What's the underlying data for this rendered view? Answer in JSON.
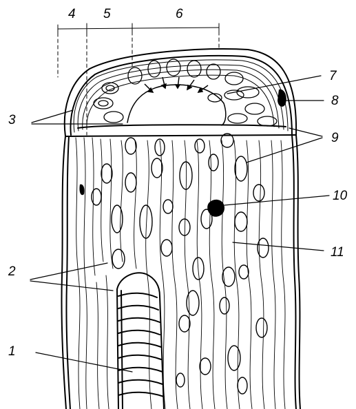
{
  "figure": {
    "labels_top": [
      "4",
      "5",
      "6"
    ],
    "labels_right": [
      "7",
      "8",
      "9",
      "10",
      "11"
    ],
    "labels_left": [
      "3",
      "2",
      "1"
    ]
  },
  "colors": {
    "ink": "#000000",
    "paper": "#ffffff"
  }
}
